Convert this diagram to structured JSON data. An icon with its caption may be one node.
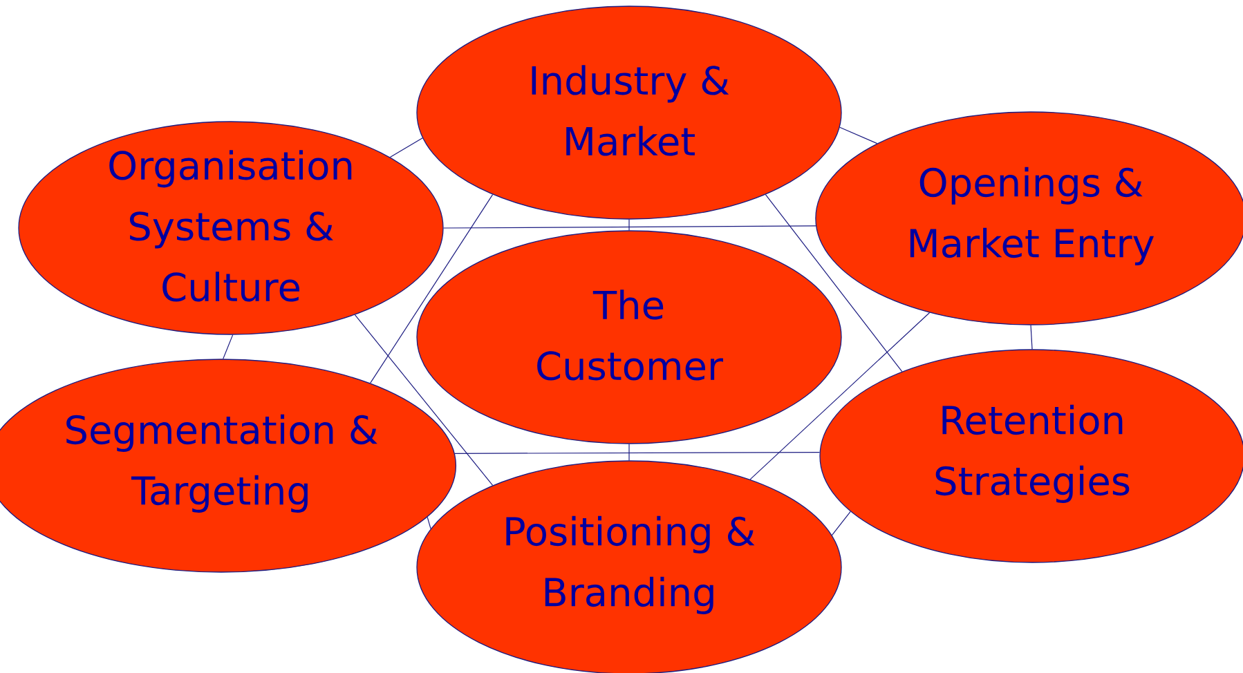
{
  "diagram": {
    "nodes": [
      {
        "text": [
          "Industry & Market"
        ]
      },
      {
        "text": [
          "Organisation Systems & Culture"
        ]
      },
      {
        "text": [
          "Openings & Market Entry"
        ]
      },
      {
        "text": [
          "The Customer"
        ]
      },
      {
        "text": [
          "Segmentation & Targeting"
        ]
      },
      {
        "text": [
          "Retention Strategies"
        ]
      },
      {
        "text": [
          "Positioning & Branding"
        ]
      }
    ],
    "edges": [
      {
        "from": 0,
        "to": 1,
        "arrow": "none"
      },
      {
        "from": 0,
        "to": 2,
        "arrow": "none"
      },
      {
        "from": 0,
        "to": 3,
        "arrow": "none"
      },
      {
        "from": 1,
        "to": 2,
        "arrow": "none"
      },
      {
        "from": 0,
        "to": 5,
        "arrow": "none"
      },
      {
        "from": 0,
        "to": 4,
        "arrow": "none"
      },
      {
        "from": 1,
        "to": 4,
        "arrow": "none"
      },
      {
        "from": 1,
        "to": 6,
        "arrow": "none"
      },
      {
        "from": 2,
        "to": 6,
        "arrow": "none"
      },
      {
        "from": 2,
        "to": 5,
        "arrow": "none"
      },
      {
        "from": 4,
        "to": 5,
        "arrow": "none"
      },
      {
        "from": 3,
        "to": 6,
        "arrow": "none"
      },
      {
        "from": 4,
        "to": 6,
        "arrow": "none"
      },
      {
        "from": 6,
        "to": 5,
        "arrow": "none"
      }
    ]
  }
}
